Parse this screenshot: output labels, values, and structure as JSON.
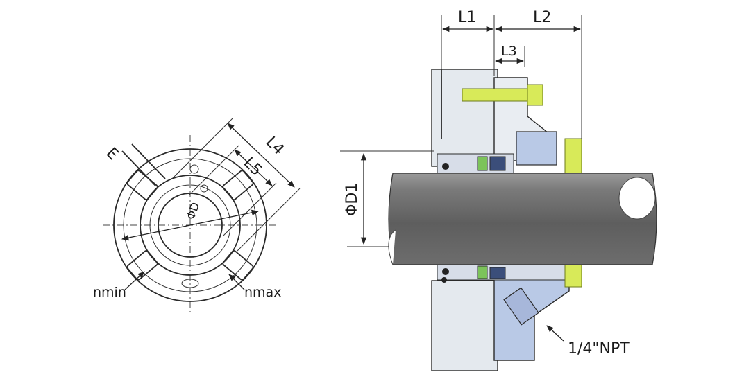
{
  "front_view": {
    "labels": {
      "E": "E",
      "L4": "L4",
      "L5": "L5",
      "D": "ΦD",
      "n_min": "nmin",
      "n_max": "nmax"
    }
  },
  "section_view": {
    "labels": {
      "L1": "L1",
      "L2": "L2",
      "L3": "L3",
      "D1": "ΦD1",
      "port": "1/4\"NPT"
    }
  },
  "colors": {
    "shaft": "#6e6e6e",
    "housing": "#e4e9ee",
    "gland": "#b9c9e6",
    "sleeve": "#a7b7da",
    "bolt": "#d8ea59",
    "green_part": "#7cc35a",
    "dark_part": "#3b4e7a"
  }
}
